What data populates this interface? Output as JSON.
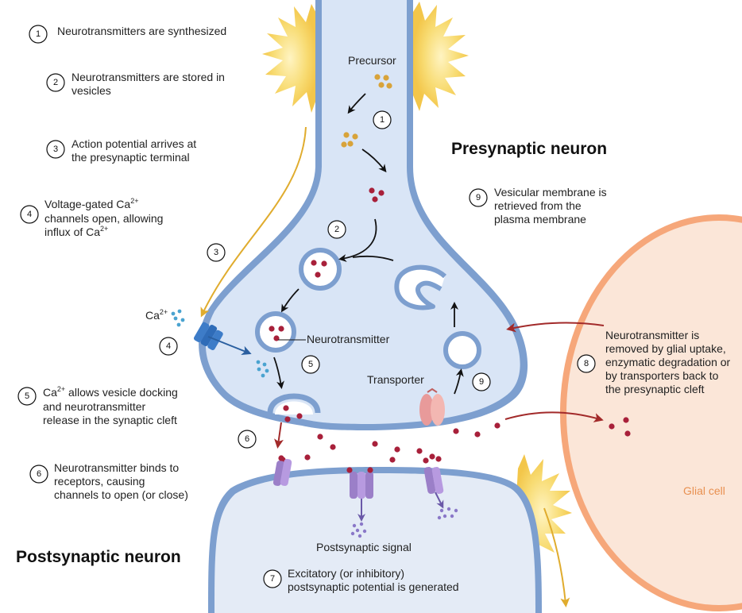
{
  "titles": {
    "presynaptic": "Presynaptic neuron",
    "postsynaptic": "Postsynaptic neuron"
  },
  "steps": [
    {
      "num": "1",
      "lines": [
        "Neurotransmitters are synthesized"
      ]
    },
    {
      "num": "2",
      "lines": [
        "Neurotransmitters are stored in",
        "vesicles"
      ]
    },
    {
      "num": "3",
      "lines": [
        "Action potential arrives at",
        "the presynaptic terminal"
      ]
    },
    {
      "num": "4",
      "lines": [
        "Voltage-gated Ca",
        "channels open, allowing",
        "influx of Ca"
      ],
      "sup": "2+"
    },
    {
      "num": "5",
      "lines": [
        "Ca",
        " allows vesicle docking",
        "and neurotransmitter",
        "release in the synaptic cleft"
      ],
      "sup": "2+"
    },
    {
      "num": "6",
      "lines": [
        "Neurotransmitter binds to",
        "receptors, causing",
        "channels to open (or close)"
      ]
    },
    {
      "num": "7",
      "lines": [
        "Excitatory (or inhibitory)",
        "postsynaptic potential is generated"
      ]
    },
    {
      "num": "8",
      "lines": [
        "Neurotransmitter is",
        "removed by glial uptake,",
        "enzymatic degradation or",
        "by transporters back to",
        "the presynaptic cleft"
      ]
    },
    {
      "num": "9",
      "lines": [
        "Vesicular membrane is",
        "retrieved from the",
        "plasma membrane"
      ]
    }
  ],
  "labels": {
    "precursor": "Precursor",
    "neurotransmitter": "Neurotransmitter",
    "transporter": "Transporter",
    "ca_base": "Ca",
    "ca_sup": "2+",
    "postsynaptic_signal": "Postsynaptic signal",
    "glial_cell": "Glial cell"
  },
  "colors": {
    "membrane": "#7d9fcf",
    "cytoplasm": "#d9e5f6",
    "post_cytoplasm": "#e4ebf6",
    "glia_membrane": "#e9a074",
    "glia_fill": "#fbe6d8",
    "glia_text": "#e89050",
    "neurotransmitter": "#a8203a",
    "precursor": "#d8a33a",
    "ion": "#4aa3d0",
    "receptor": "#a88ad0",
    "transporter": "#f0a8a8",
    "arrow_red": "#a22a2a",
    "arrow_gold": "#e0ac2e",
    "spark": "#f6d35c"
  }
}
